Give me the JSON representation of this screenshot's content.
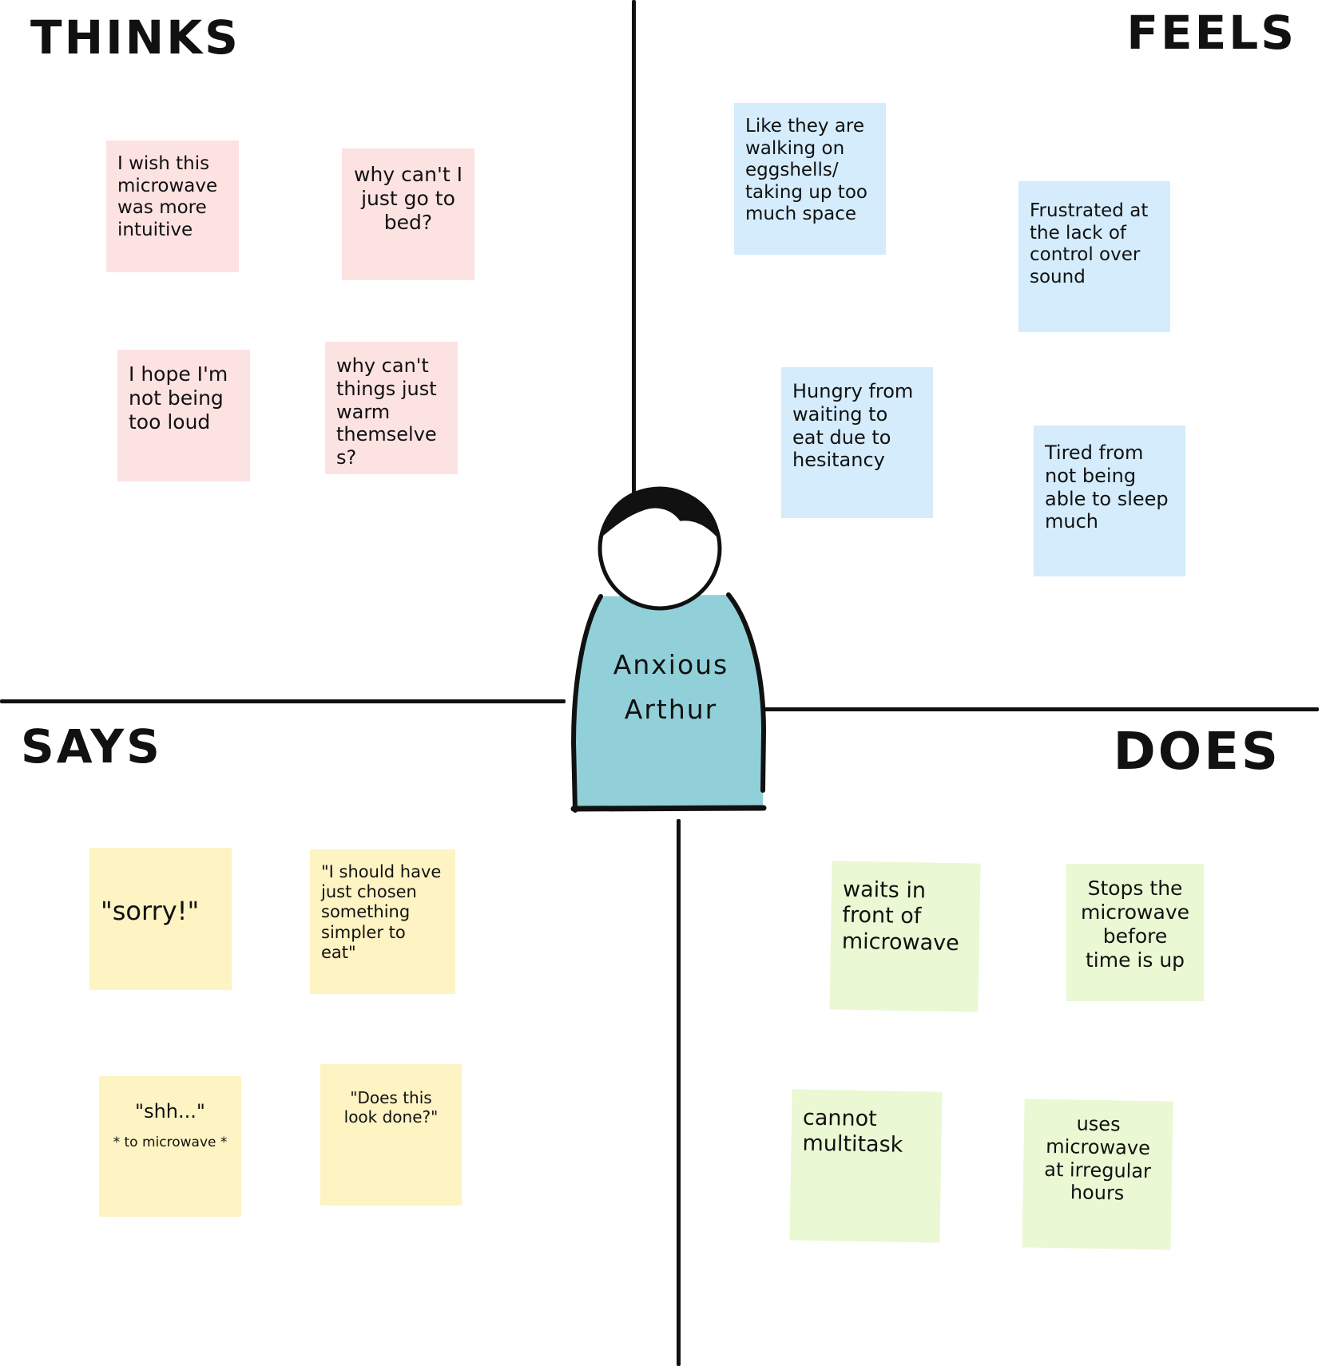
{
  "quadrants": {
    "thinks": {
      "label": "THINKS",
      "notes": [
        "I wish this microwave was more intuitive",
        "why can't I just go to bed?",
        "I hope I'm not being too loud",
        "why can't things just warm themselves?"
      ]
    },
    "feels": {
      "label": "FEELS",
      "notes": [
        "Like they are walking on eggshells/ taking up too much space",
        "Frustrated at the lack of control over sound",
        "Hungry from waiting to eat due to hesitancy",
        "Tired from not being able to sleep much"
      ]
    },
    "says": {
      "label": "SAYS",
      "notes": [
        "\"sorry!\"",
        "\"I should have just chosen something simpler to eat\"",
        "\"shh...\"",
        "* to microwave *",
        "\"Does this look done?\""
      ]
    },
    "does": {
      "label": "DOES",
      "notes": [
        "waits in front of microwave",
        "Stops the microwave before time is up",
        "cannot multitask",
        "uses microwave at irregular hours"
      ]
    }
  },
  "persona": {
    "name_line1": "Anxious",
    "name_line2": "Arthur"
  },
  "colors": {
    "thinks_note": "#fde2e2",
    "feels_note": "#d4ecfc",
    "says_note": "#fdf3c3",
    "does_note": "#eaf8d3",
    "persona_shirt": "#91d0d8",
    "ink": "#111111"
  }
}
